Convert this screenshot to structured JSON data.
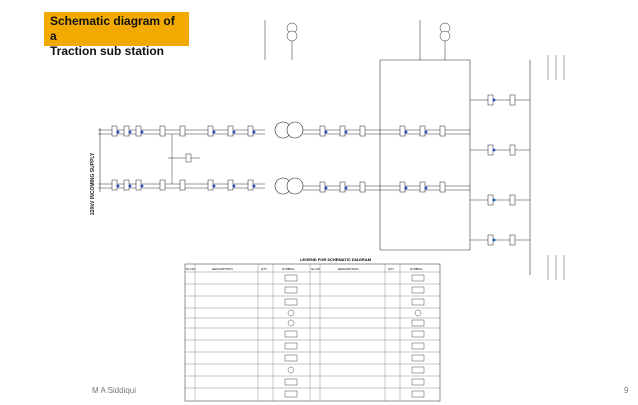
{
  "slide": {
    "title_line1": "Schematic diagram of a",
    "title_line2": "Traction sub station",
    "author": "M A Siddiqui",
    "page_number": "9"
  },
  "diagram": {
    "incoming_label": "220kV INCOMING SUPPLY",
    "legend_title": "LEGEND FOR SCHEMATIC DIAGRAM",
    "legend_headers": [
      "SL.NO.",
      "DESCRIPTION",
      "QTY",
      "SYMBOL",
      "SL.NO.",
      "DESCRIPTION",
      "QTY",
      "SYMBOL"
    ]
  }
}
